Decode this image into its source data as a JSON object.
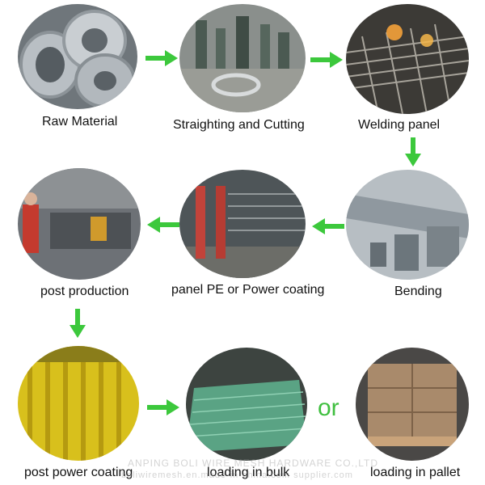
{
  "steps": [
    {
      "id": "raw",
      "label": "Raw Material"
    },
    {
      "id": "straighten",
      "label": "Straighting and Cutting"
    },
    {
      "id": "welding",
      "label": "Welding panel"
    },
    {
      "id": "bending",
      "label": "Bending"
    },
    {
      "id": "coating",
      "label": "panel PE or Power coating"
    },
    {
      "id": "post",
      "label": "post production"
    },
    {
      "id": "postcoat",
      "label": "post power coating"
    },
    {
      "id": "bulk",
      "label": "loading in bulk"
    },
    {
      "id": "pallet",
      "label": "loading in pallet"
    }
  ],
  "connector_or": "or",
  "watermark": {
    "line1": "ANPING BOLI WIRE MESH HARDWARE CO.,LTD",
    "line2": "boliwiremesh.en.made-in-china.com supplier.com"
  },
  "colors": {
    "arrow": "#3cc83c",
    "or": "#3fbf3f"
  }
}
